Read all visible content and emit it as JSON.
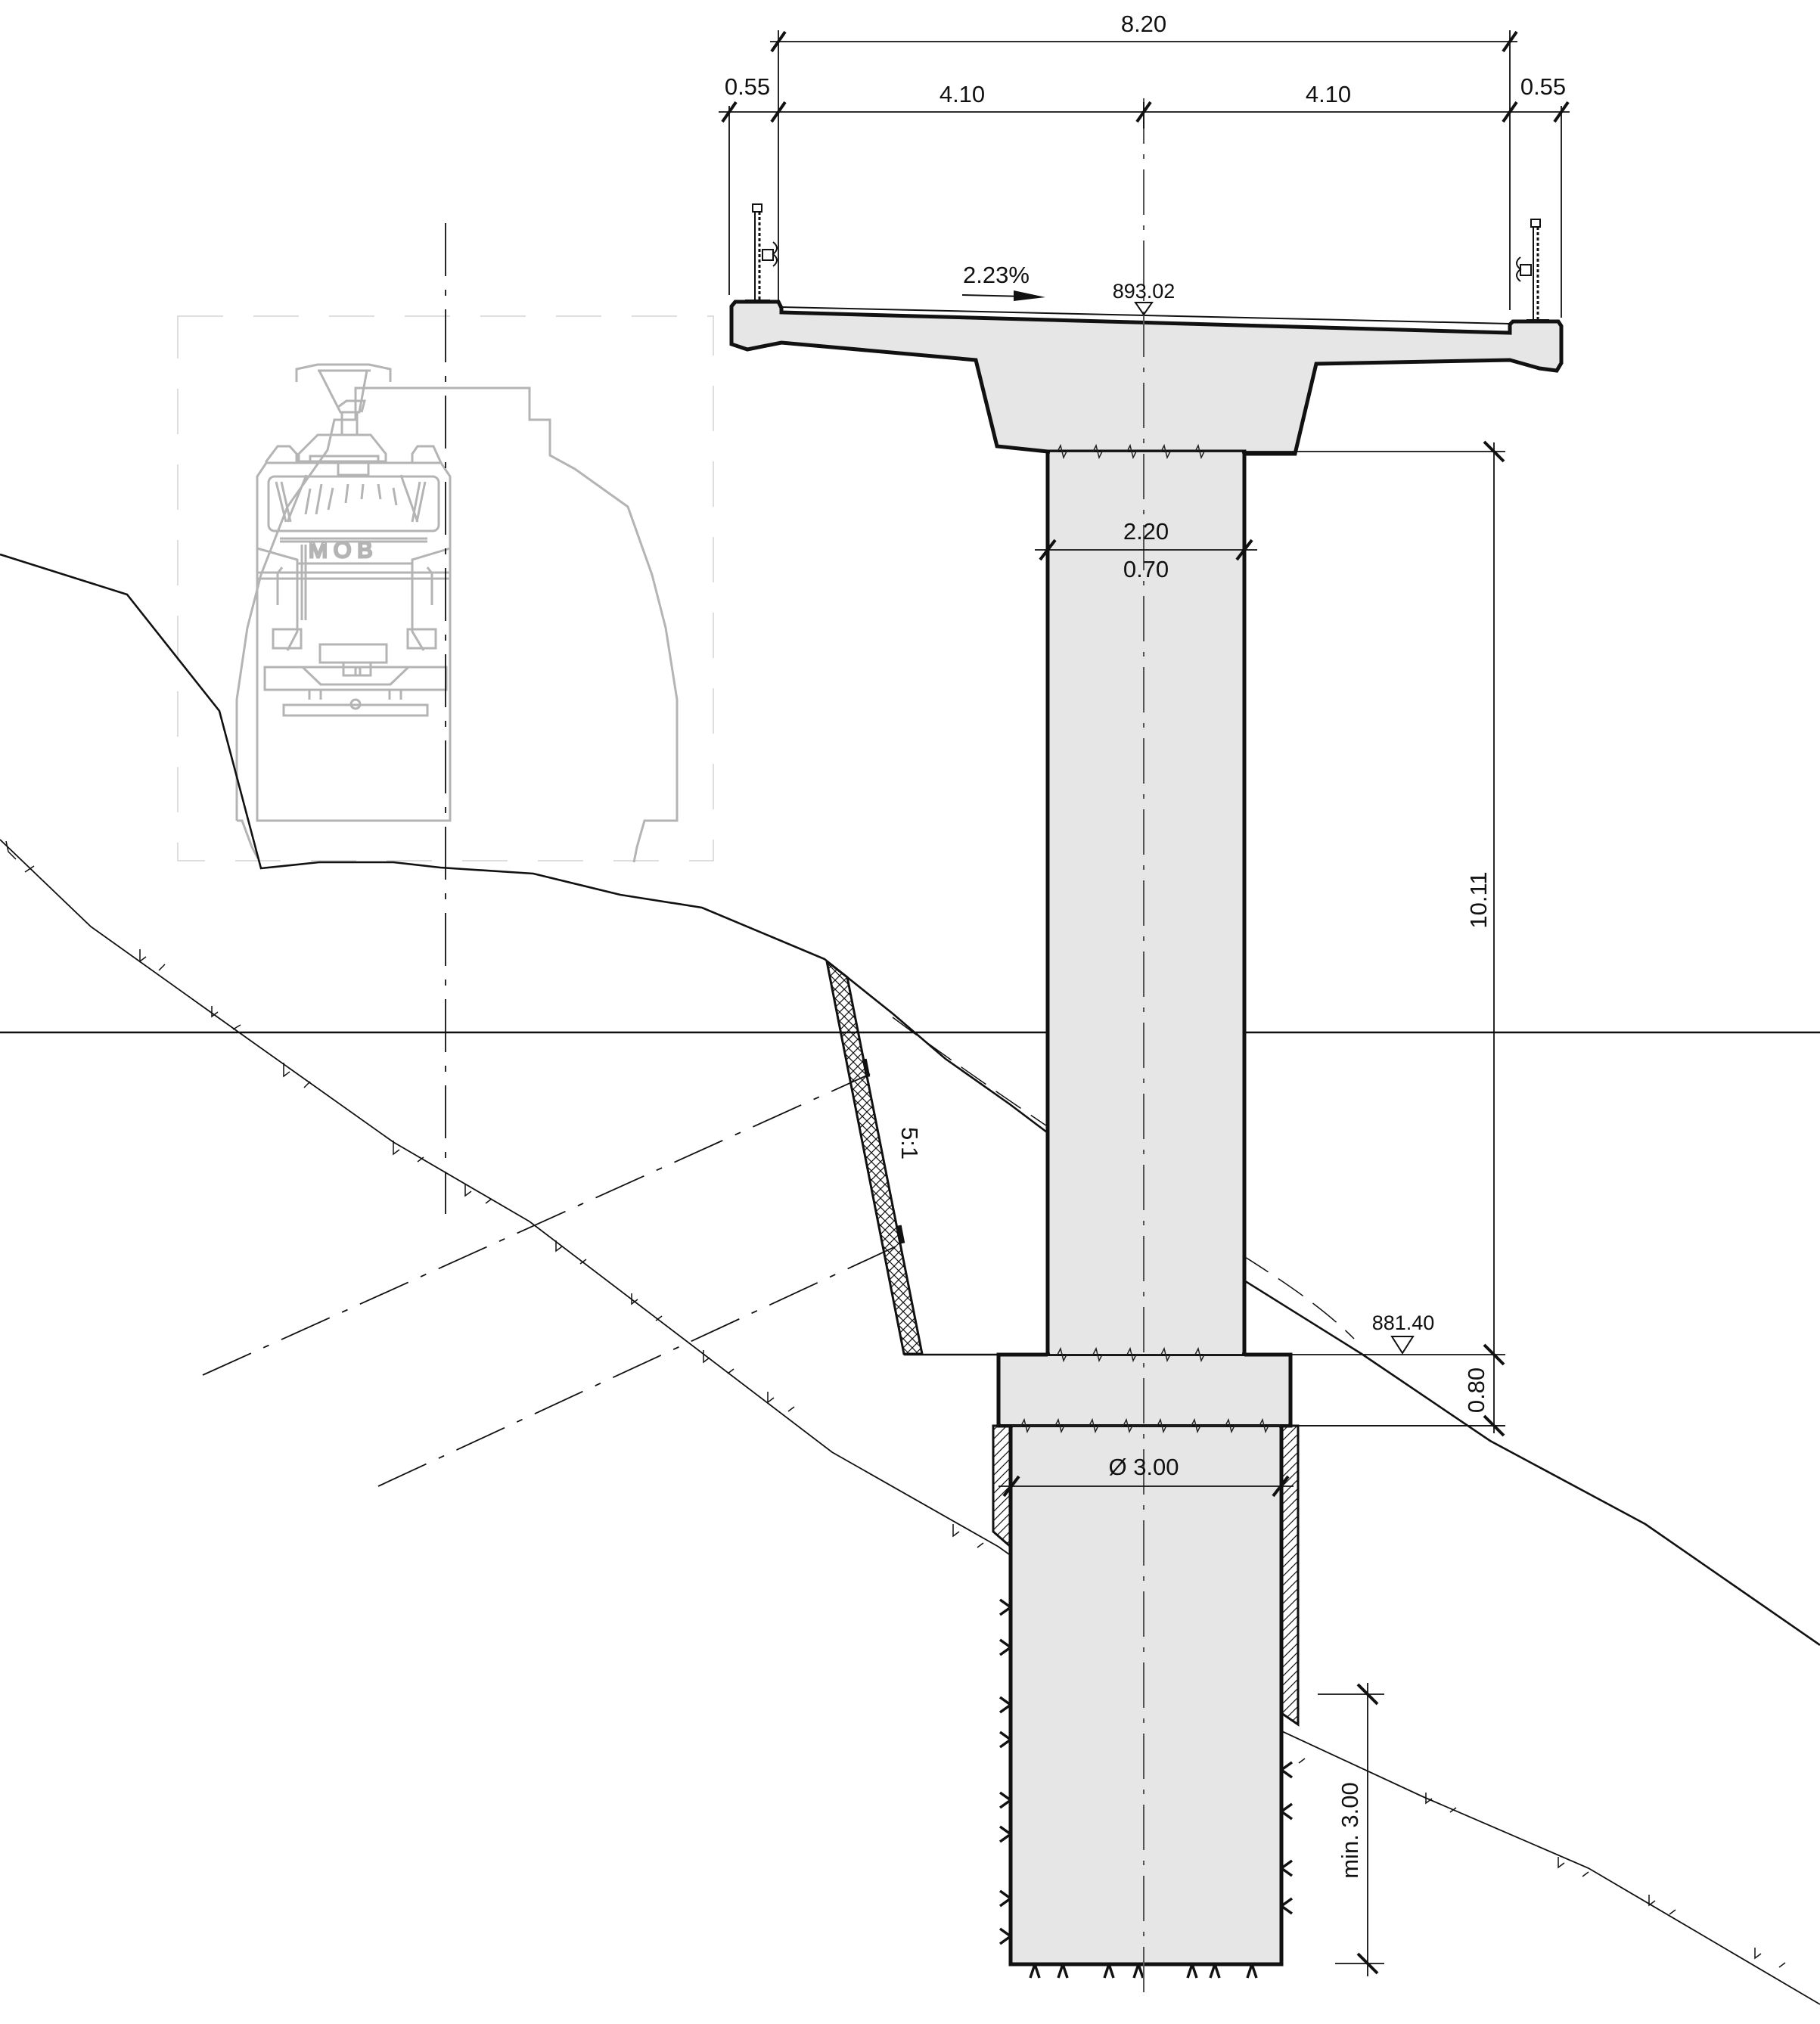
{
  "drawing": {
    "type": "bridge pier cross-section with railway tunnel clearance profile",
    "dimensions": {
      "deck_total_width": "8.20",
      "half_width_left": "4.10",
      "half_width_right": "4.10",
      "edge_beam_left": "0.55",
      "edge_beam_right": "0.55",
      "pier_width": "2.20",
      "pier_thickness": "0.70",
      "pier_height": "10.11",
      "footing_height": "0.80",
      "pile_diameter": "Ø 3.00",
      "rock_embedment": "min. 3.00",
      "slope_ratio": "5:1"
    },
    "annotations": {
      "cross_fall": "2.23%",
      "deck_level": "893.02",
      "footing_level": "881.40"
    },
    "train": {
      "label": "MOB"
    },
    "colors": {
      "line": "#111111",
      "concrete_fill": "#e6e6e6",
      "ghost_lines": "#b4b4b4"
    }
  }
}
